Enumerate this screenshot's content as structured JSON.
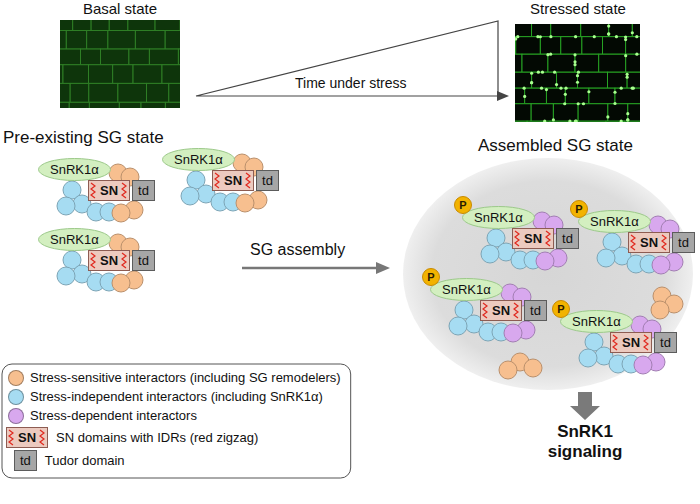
{
  "diagram": {
    "nodes": [
      {
        "text": [
          "Basal state"
        ]
      },
      {
        "text": [
          "Time under stress"
        ]
      },
      {
        "text": [
          "Stressed state"
        ]
      },
      {
        "text": [
          "SnRK1α"
        ]
      },
      {
        "text": [
          "SN"
        ]
      },
      {
        "text": [
          "td"
        ]
      },
      {
        "text": [
          "SnRK1α"
        ]
      },
      {
        "text": [
          "SN"
        ]
      },
      {
        "text": [
          "td"
        ]
      },
      {
        "text": [
          "SnRK1α"
        ]
      },
      {
        "text": [
          "SN"
        ]
      },
      {
        "text": [
          "td"
        ]
      },
      {
        "text": [
          "P"
        ]
      },
      {
        "text": [
          "SnRK1α"
        ]
      },
      {
        "text": [
          "SN"
        ]
      },
      {
        "text": [
          "td"
        ]
      },
      {
        "text": [
          "P"
        ]
      },
      {
        "text": [
          "SnRK1α"
        ]
      },
      {
        "text": [
          "SN"
        ]
      },
      {
        "text": [
          "td"
        ]
      },
      {
        "text": [
          "P"
        ]
      },
      {
        "text": [
          "SnRK1α"
        ]
      },
      {
        "text": [
          "SN"
        ]
      },
      {
        "text": [
          "td"
        ]
      },
      {
        "text": [
          "P"
        ]
      },
      {
        "text": [
          "SnRK1α"
        ]
      },
      {
        "text": [
          "SN"
        ]
      },
      {
        "text": [
          "td"
        ]
      },
      {
        "text": [
          "SN"
        ]
      },
      {
        "text": [
          "td"
        ]
      }
    ],
    "labels": [
      "Pre-existing SG state",
      "Assembled SG state",
      "SG assembly",
      "SnRK1 signaling"
    ],
    "legend": [
      {
        "text": "Stress-sensitive interactors (including SG remodelers)",
        "color": "#f7bf8f"
      },
      {
        "text": "Stress-independent interactors (including SnRK1α)",
        "color": "#a6dcf2"
      },
      {
        "text": "Stress-dependent interactors",
        "color": "#d8a8ee"
      },
      {
        "text": "SN domains with IDRs (red zigzag)"
      },
      {
        "text": "Tudor domain"
      }
    ]
  }
}
